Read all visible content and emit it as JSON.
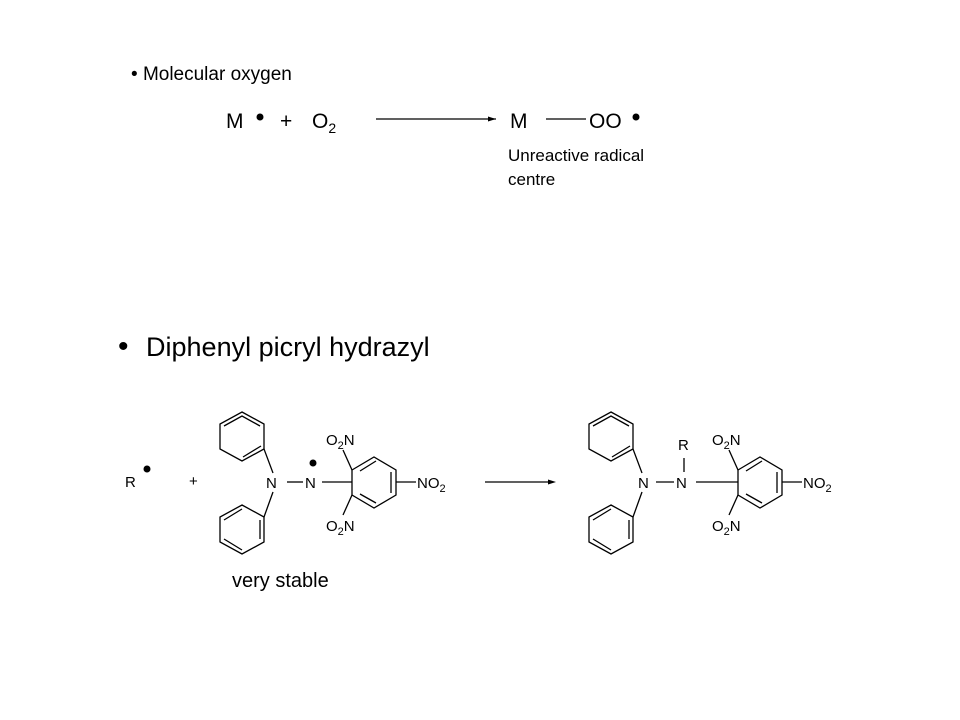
{
  "section1": {
    "bullet": "•",
    "heading": "Molecular oxygen",
    "equation": {
      "reactant_m": "M",
      "plus": "+",
      "oxygen": "O",
      "oxygen_sub": "2",
      "product_m": "M",
      "product_oo": "OO"
    },
    "note_line1": "Unreactive radical",
    "note_line2": "centre"
  },
  "section2": {
    "bullet": "•",
    "heading": "Diphenyl picryl hydrazyl",
    "caption": "very stable",
    "labels": {
      "r": "R",
      "plus": "+",
      "n": "N",
      "o": "O",
      "two": "2"
    }
  }
}
